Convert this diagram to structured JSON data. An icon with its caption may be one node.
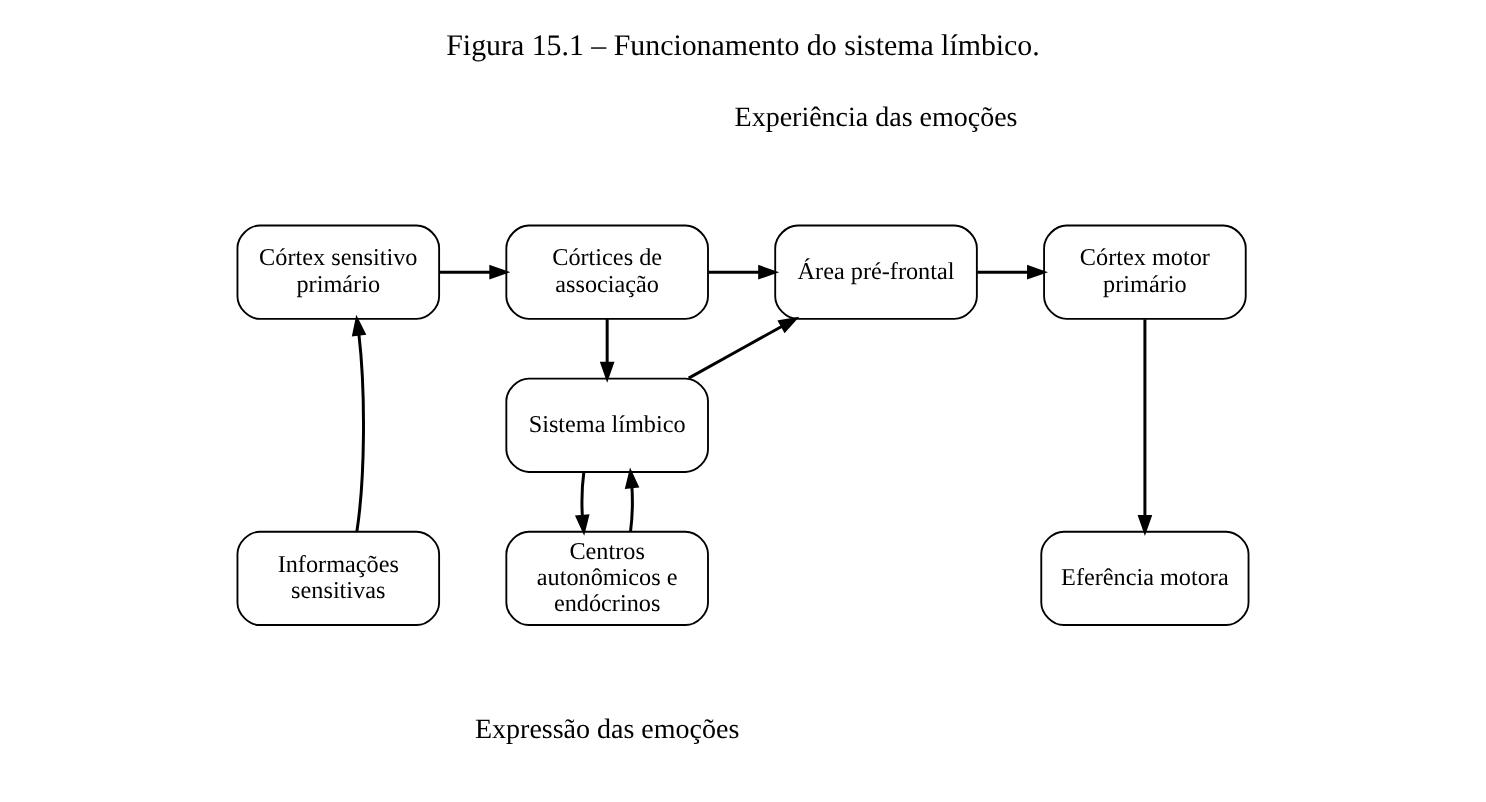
{
  "diagram": {
    "title": "Figura 15.1 – Funcionamento do sistema límbico.",
    "nodes": [
      {
        "text": [
          "Córtex sensitivo primário"
        ]
      },
      {
        "text": [
          "Córtices de associação"
        ]
      },
      {
        "text": [
          "Área pré-frontal"
        ]
      },
      {
        "text": [
          "Córtex motor primário"
        ]
      },
      {
        "text": [
          "Sistema límbico"
        ]
      },
      {
        "text": [
          "Informações sensitivas"
        ]
      },
      {
        "text": [
          "Centros autonômicos e endócrinos"
        ]
      },
      {
        "text": [
          "Eferência motora"
        ]
      }
    ],
    "edges": [
      {
        "from": 0,
        "to": 1,
        "arrow": "to"
      },
      {
        "from": 1,
        "to": 2,
        "arrow": "to"
      },
      {
        "from": 2,
        "to": 3,
        "arrow": "to"
      },
      {
        "from": 5,
        "to": 0,
        "arrow": "to"
      },
      {
        "from": 1,
        "to": 4,
        "arrow": "to"
      },
      {
        "from": 4,
        "to": 2,
        "arrow": "to"
      },
      {
        "from": 3,
        "to": 7,
        "arrow": "to"
      },
      {
        "from": 4,
        "to": 6,
        "arrow": "to"
      },
      {
        "from": 6,
        "to": 4,
        "arrow": "to"
      }
    ],
    "labels": [
      "Experiência das emoções",
      "Expressão das emoções"
    ]
  }
}
